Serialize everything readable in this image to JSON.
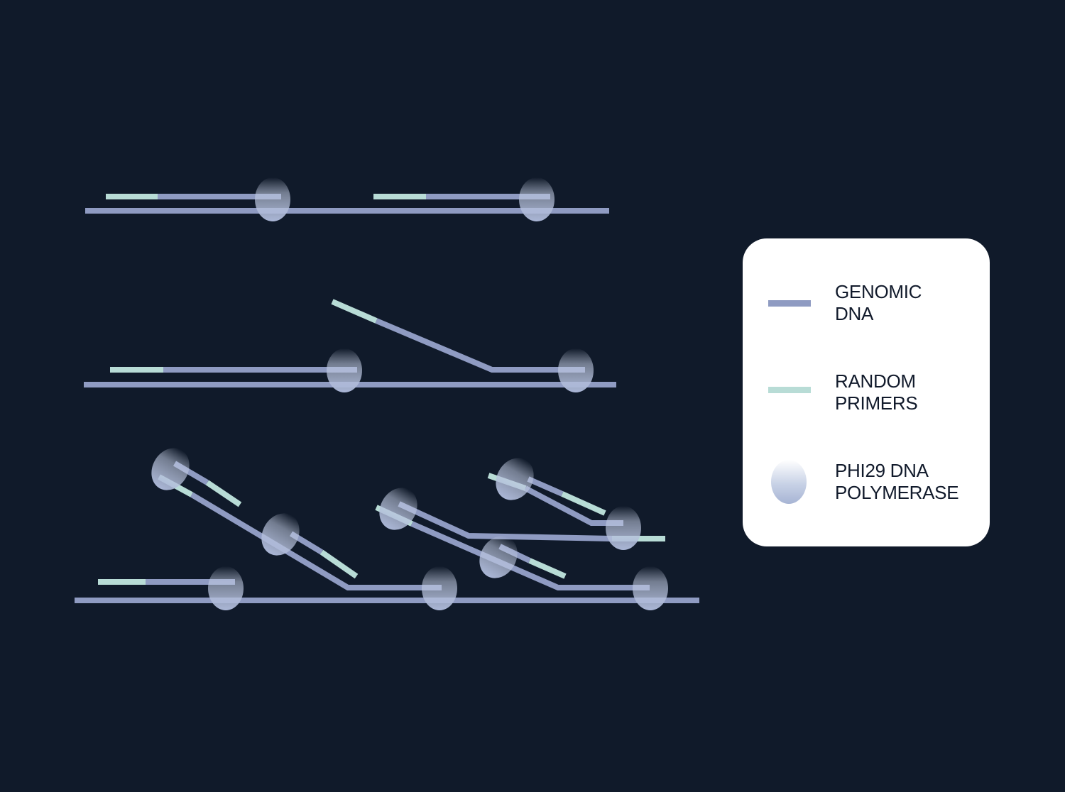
{
  "colors": {
    "background": "#101a2a",
    "genomic_dna": "#8f9bc2",
    "random_primer": "#b8dcd6",
    "polymerase_top": "#ffffff",
    "polymerase_bottom": "#a7b4d4",
    "legend_bg": "#ffffff",
    "legend_text": "#111a2b"
  },
  "legend": {
    "items": [
      {
        "key": "genomic_dna",
        "label": "GENOMIC\nDNA",
        "swatch": "line-genomic-dna"
      },
      {
        "key": "random_primer",
        "label": "RANDOM\nPRIMERS",
        "swatch": "line-random-primer"
      },
      {
        "key": "polymerase",
        "label": "PHI29 DNA\nPOLYMERASE",
        "swatch": "polymerase-blob"
      }
    ]
  }
}
